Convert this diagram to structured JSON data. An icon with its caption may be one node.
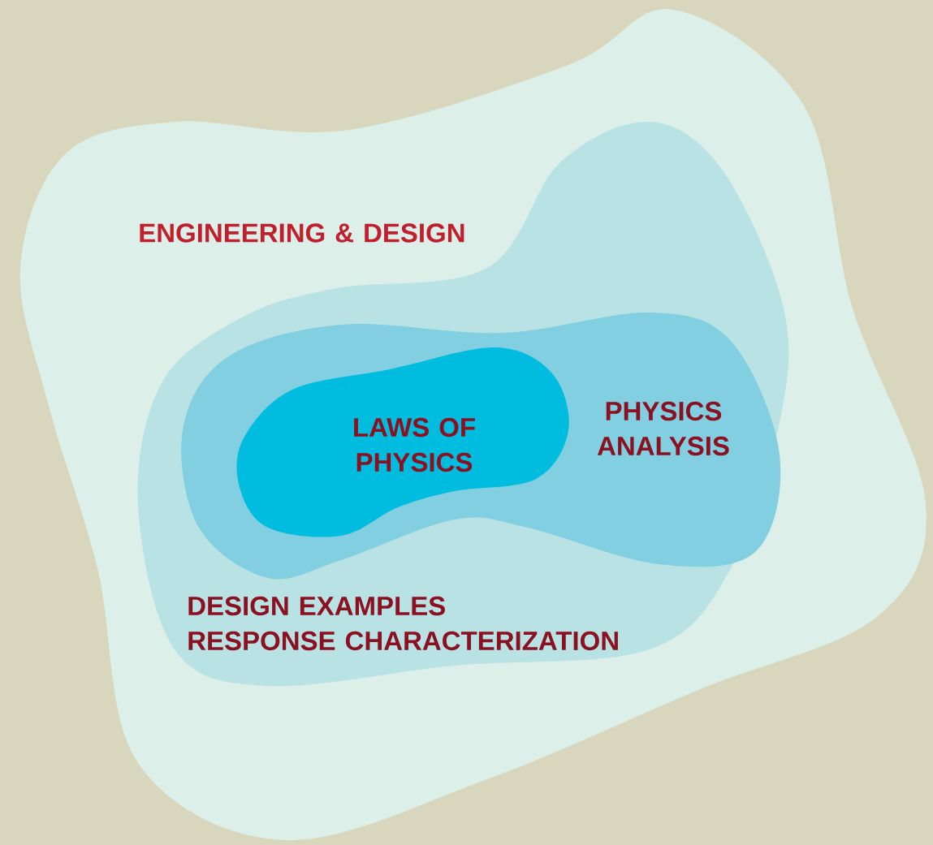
{
  "diagram": {
    "nodes": [
      {
        "text": [
          "ENGINEERING & DESIGN"
        ]
      },
      {
        "text": [
          "DESIGN EXAMPLES",
          "RESPONSE CHARACTERIZATION"
        ],
        "in": 0
      },
      {
        "text": [
          "PHYSICS ANALYSIS"
        ],
        "in": 1
      },
      {
        "text": [
          "LAWS OF PHYSICS"
        ],
        "in": 2
      }
    ]
  }
}
